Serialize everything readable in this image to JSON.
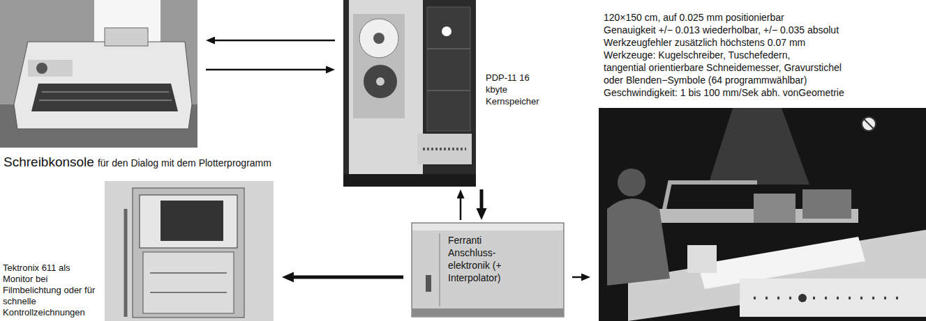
{
  "diagram": {
    "nodes": [
      {
        "text": [
          "Schreibkonsole",
          "für den Dialog mit dem Plotterprogramm"
        ]
      },
      {
        "text": [
          "PDP-11 16 kbyte Kernspeicher"
        ]
      },
      {
        "text": [
          "Tektronix 611 als Monitor bei Filmbelichtung oder für schnelle Kontrollzeichnungen"
        ]
      },
      {
        "text": [
          "Ferranti Anschluss- elektronik (+ Interpolator)"
        ]
      },
      {
        "text": [
          "120×150 cm, auf 0.025 mm positionierbar",
          "Genauigkeit +/− 0.013 wiederholbar, +/− 0.035 absolut",
          "Werkzeugfehler zusätzlich höchstens 0.07 mm",
          "Werkzeuge: Kugelschreiber, Tuschefedern,",
          "tangential orientierbare Schneidemesser, Gravurstichel",
          "oder Blenden−Symbole (64 programmwählbar)",
          "Geschwindigkeit: 1 bis 100 mm/Sek abh. vonGeometrie"
        ]
      }
    ],
    "edges": [
      {
        "from": 1,
        "to": 0,
        "arrow": "to"
      },
      {
        "from": 0,
        "to": 1,
        "arrow": "to"
      },
      {
        "from": 3,
        "to": 1,
        "arrow": "to"
      },
      {
        "from": 1,
        "to": 3,
        "arrow": "to"
      },
      {
        "from": 3,
        "to": 2,
        "arrow": "to"
      },
      {
        "from": 3,
        "to": 4,
        "arrow": "to"
      }
    ]
  }
}
